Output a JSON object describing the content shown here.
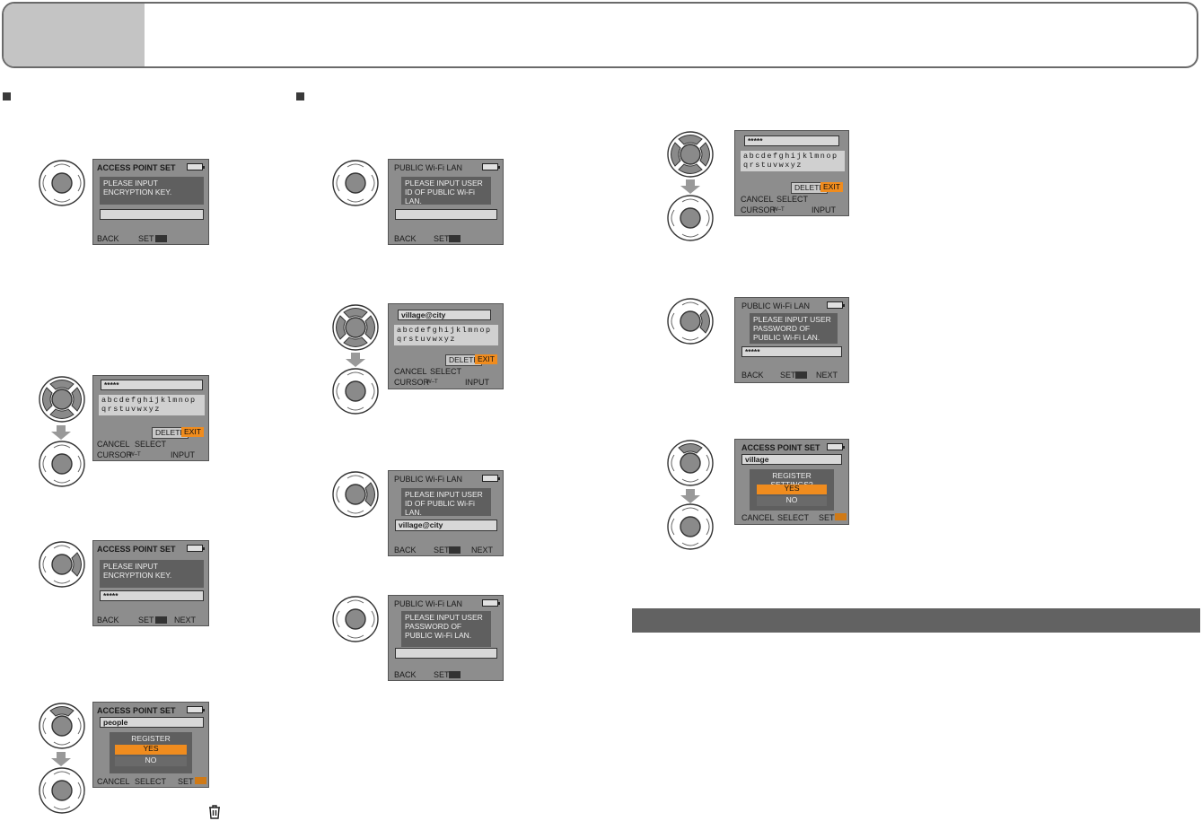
{
  "bullets": [
    "",
    ""
  ],
  "common": {
    "back": "BACK",
    "set": "SET",
    "next": "NEXT",
    "cancel": "CANCEL",
    "select": "SELECT",
    "cursor": "CURSOR",
    "cursor_wt": "W–T",
    "input": "INPUT",
    "delete": "DELETE",
    "exit": "EXIT",
    "yes": "YES",
    "no": "NO",
    "register": "REGISTER SETTINGS?",
    "kb_row1": "abcdefghijklmnop",
    "kb_row2": "qrstuvwxyz",
    "masked": "*****"
  },
  "screens": {
    "s1": {
      "title": "ACCESS POINT SET",
      "message": "PLEASE INPUT ENCRYPTION KEY."
    },
    "s2": {
      "field": "*****"
    },
    "s3": {
      "title": "ACCESS POINT SET",
      "message": "PLEASE INPUT ENCRYPTION KEY.",
      "field": "*****"
    },
    "s4": {
      "title": "ACCESS POINT SET",
      "field": "people"
    },
    "s5": {
      "title": "PUBLIC Wi-Fi LAN",
      "message": "PLEASE INPUT USER ID OF PUBLIC Wi-Fi LAN."
    },
    "s6": {
      "field": "village@city"
    },
    "s7": {
      "title": "PUBLIC Wi-Fi LAN",
      "message": "PLEASE INPUT USER ID OF PUBLIC Wi-Fi LAN.",
      "field": "village@city"
    },
    "s8": {
      "title": "PUBLIC Wi-Fi LAN",
      "message": "PLEASE INPUT USER PASSWORD OF PUBLIC Wi-Fi LAN."
    },
    "s9": {
      "field": "*****"
    },
    "s10": {
      "title": "PUBLIC Wi-Fi LAN",
      "message": "PLEASE INPUT USER PASSWORD OF PUBLIC Wi-Fi LAN.",
      "field": "*****"
    },
    "s11": {
      "title": "ACCESS POINT SET",
      "field": "village"
    }
  },
  "colors": {
    "accent": "#f08c1e",
    "screen_bg": "#8d8d8d",
    "header_tab": "#c4c4c4",
    "section_bar": "#626262"
  }
}
